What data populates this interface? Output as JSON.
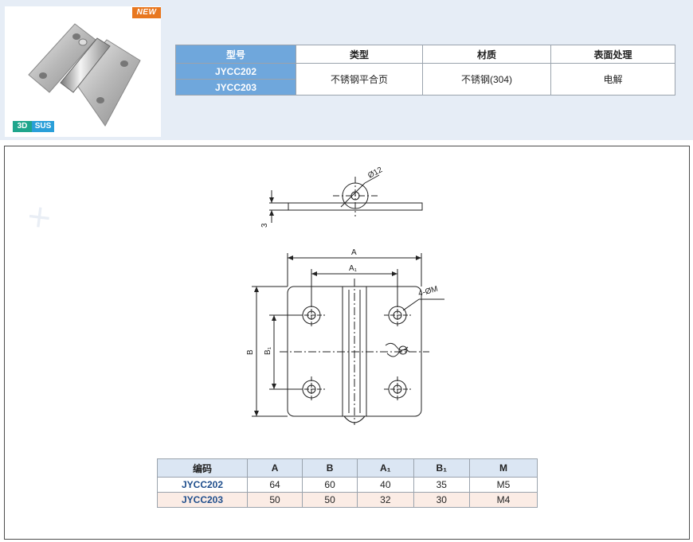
{
  "header": {
    "badge_new": "NEW",
    "tag_3d": "3D",
    "tag_sus": "SUS"
  },
  "spec_table": {
    "headers": [
      "型号",
      "类型",
      "材质",
      "表面处理"
    ],
    "models": [
      "JYCC202",
      "JYCC203"
    ],
    "type": "不锈钢平合页",
    "material": "不锈钢(304)",
    "finish": "电解"
  },
  "drawing": {
    "labels": {
      "dia12": "Ø12",
      "thick": "3",
      "A": "A",
      "A1": "A₁",
      "holes": "4-ØM",
      "B": "B",
      "B1": "B₁"
    }
  },
  "dims_table": {
    "headers": [
      "编码",
      "A",
      "B",
      "A₁",
      "B₁",
      "M"
    ],
    "rows": [
      [
        "JYCC202",
        "64",
        "60",
        "40",
        "35",
        "M5"
      ],
      [
        "JYCC203",
        "50",
        "50",
        "32",
        "30",
        "M4"
      ]
    ]
  },
  "colors": {
    "header_band": "#e6edf6",
    "model_blue": "#6fa7dc",
    "new_orange": "#e8771f",
    "tag_3d": "#1fa58c",
    "tag_sus": "#2a9fd9",
    "code_text": "#1f4e8c",
    "row_alt": "#fbece5"
  },
  "icons": [
    "hinge-product-photo",
    "brand-logo-mark"
  ]
}
